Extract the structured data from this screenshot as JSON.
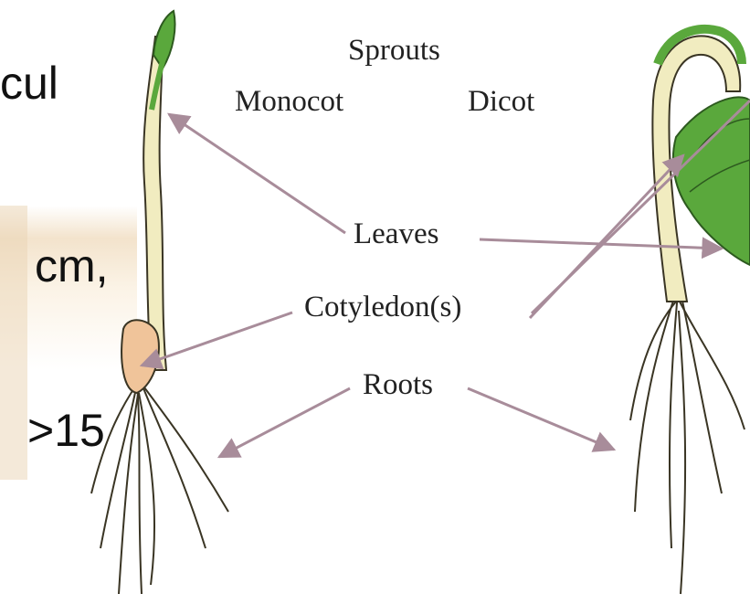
{
  "slide_fragments": [
    "cul",
    "cm,",
    ">15"
  ],
  "diagram": {
    "title": "Sprouts",
    "left_heading": "Monocot",
    "right_heading": "Dicot",
    "labels": {
      "leaves": "Leaves",
      "cotyledons": "Cotyledon(s)",
      "roots": "Roots"
    }
  },
  "colors": {
    "arrow": "#a88c9a",
    "leaf_green": "#5aa83c",
    "stem_cream": "#f1ecc0",
    "cotyledon_peach": "#f0c49a"
  }
}
